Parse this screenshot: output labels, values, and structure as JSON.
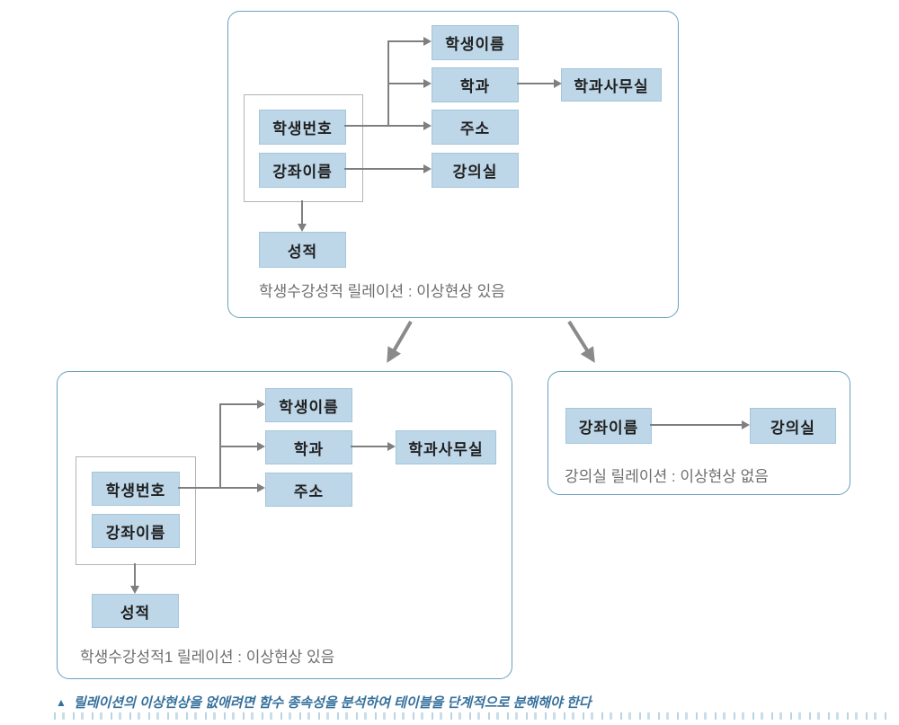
{
  "panels": {
    "top": {
      "caption": "학생수강성적 릴레이션 : 이상현상 있음",
      "nodes": {
        "student_no": "학생번호",
        "course_name": "강좌이름",
        "student_name": "학생이름",
        "department": "학과",
        "dept_office": "학과사무실",
        "address": "주소",
        "lecture_room": "강의실",
        "grade": "성적"
      }
    },
    "left": {
      "caption": "학생수강성적1 릴레이션 : 이상현상 있음",
      "nodes": {
        "student_no": "학생번호",
        "course_name": "강좌이름",
        "student_name": "학생이름",
        "department": "학과",
        "dept_office": "학과사무실",
        "address": "주소",
        "grade": "성적"
      }
    },
    "right": {
      "caption": "강의실 릴레이션 : 이상현상 없음",
      "nodes": {
        "course_name": "강좌이름",
        "lecture_room": "강의실"
      }
    }
  },
  "footnote": {
    "marker": "▲",
    "text": "릴레이션의 이상현상을 없애려면 함수 종속성을 분석하여 테이블을 단계적으로 분해해야 한다"
  },
  "colors": {
    "node_fill": "#bdd6e8",
    "node_border": "#a5c6da",
    "panel_border": "#69a1c1",
    "connector": "#7f7f7f",
    "split_arrow": "#8a8a8a",
    "caption_text": "#6e6e6e",
    "footnote_text": "#36719c"
  }
}
